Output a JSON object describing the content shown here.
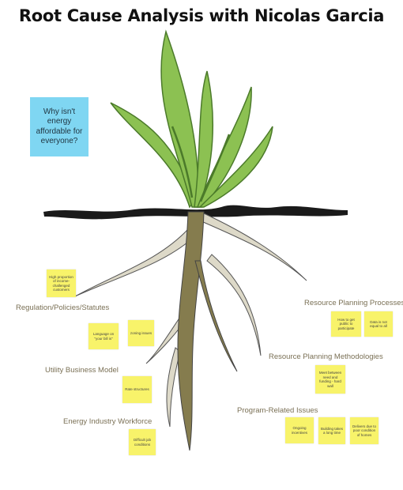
{
  "title": "Root Cause Analysis with Nicolas Garcia",
  "question": "Why isn't energy affordable for everyone?",
  "categories": [
    {
      "id": "regulation",
      "label": "Regulation/Policies/Statutes"
    },
    {
      "id": "utility",
      "label": "Utility Business Model"
    },
    {
      "id": "workforce",
      "label": "Energy Industry Workforce"
    },
    {
      "id": "resource_processes",
      "label": "Resource Planning Processes"
    },
    {
      "id": "resource_methodologies",
      "label": "Resource Planning Methodologies"
    },
    {
      "id": "program",
      "label": "Program-Related Issues"
    }
  ],
  "notes": [
    {
      "id": "n1",
      "text": "High proportion of income-challenged customers"
    },
    {
      "id": "n2",
      "text": "Language on \"your bill is\""
    },
    {
      "id": "n3",
      "text": "zoning issues"
    },
    {
      "id": "n4",
      "text": "Rate structures"
    },
    {
      "id": "n5",
      "text": "Difficult job conditions"
    },
    {
      "id": "n6",
      "text": "How to get public to participate"
    },
    {
      "id": "n7",
      "text": "Data is not equal to all"
    },
    {
      "id": "n8",
      "text": "Meet between need and funding - hard wall"
    },
    {
      "id": "n9",
      "text": "Ongoing incentives"
    },
    {
      "id": "n10",
      "text": "Building takes a long time"
    },
    {
      "id": "n11",
      "text": "Delivers due to poor condition of homes"
    }
  ],
  "colors": {
    "leaf": "#8cc152",
    "leaf_dark": "#4b7a2a",
    "root": "#857c4e",
    "root_light": "#ddd9c8",
    "soil": "#1a1a1a",
    "sticky": "#f8f36a",
    "question_bg": "#7fd6f2"
  }
}
